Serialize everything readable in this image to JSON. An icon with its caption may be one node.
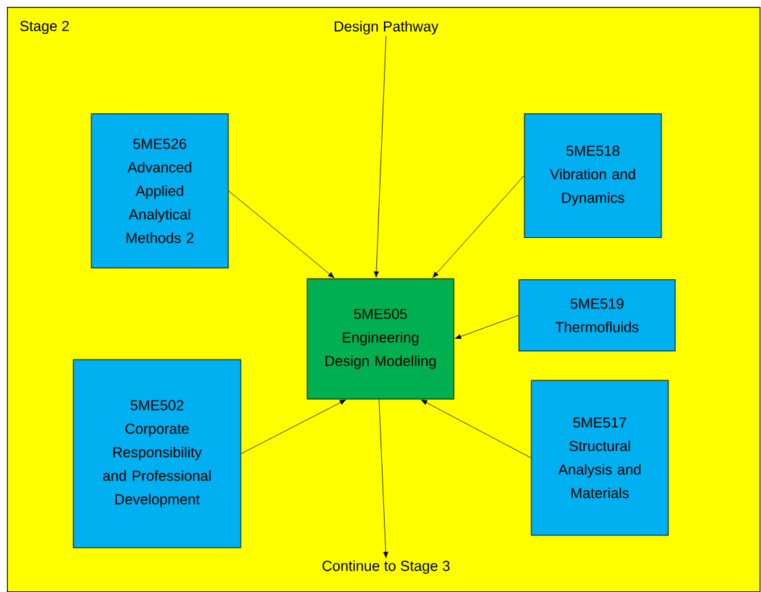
{
  "diagram": {
    "nodes": [
      {
        "text": [
          "Stage 2"
        ]
      },
      {
        "text": [
          "Design Pathway"
        ],
        "in": 0
      },
      {
        "text": [
          "5ME526",
          "Advanced Applied Analytical Methods 2"
        ],
        "in": 0
      },
      {
        "text": [
          "5ME518",
          "Vibration and Dynamics"
        ],
        "in": 0
      },
      {
        "text": [
          "5ME505",
          "Engineering Design Modelling"
        ],
        "in": 0
      },
      {
        "text": [
          "5ME519",
          "Thermofluids"
        ],
        "in": 0
      },
      {
        "text": [
          "5ME502",
          "Corporate Responsibility and Professional Development"
        ],
        "in": 0
      },
      {
        "text": [
          "5ME517",
          "Structural Analysis and Materials"
        ],
        "in": 0
      },
      {
        "text": [
          "Continue to Stage 3"
        ],
        "in": 0
      }
    ],
    "edges": [
      {
        "from": 1,
        "to": 4,
        "arrow": "to"
      },
      {
        "from": 2,
        "to": 4,
        "arrow": "to"
      },
      {
        "from": 3,
        "to": 4,
        "arrow": "to"
      },
      {
        "from": 5,
        "to": 4,
        "arrow": "to"
      },
      {
        "from": 6,
        "to": 4,
        "arrow": "to"
      },
      {
        "from": 7,
        "to": 4,
        "arrow": "to"
      },
      {
        "from": 4,
        "to": 8,
        "arrow": "to"
      }
    ]
  }
}
